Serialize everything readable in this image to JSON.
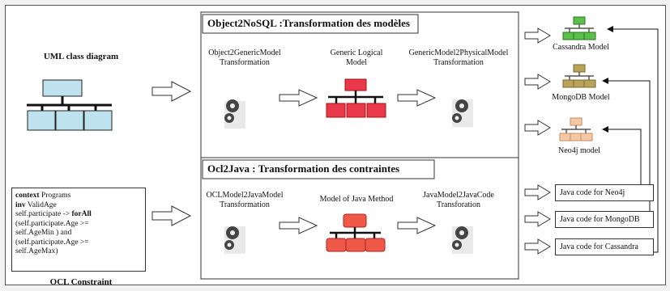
{
  "left": {
    "uml_title": "UML class diagram",
    "ocl_title": "OCL Constraint",
    "ocl_lines": [
      [
        {
          "b": "context"
        },
        {
          "t": "  Programs"
        }
      ],
      [
        {
          "b": "inv"
        },
        {
          "t": " ValidAge"
        }
      ],
      [
        {
          "t": "self.participate  ->  "
        },
        {
          "b": "forAll"
        }
      ],
      [
        {
          "t": "(self.participate.Age  >="
        }
      ],
      [
        {
          "t": "self.AgeMin ) and"
        }
      ],
      [
        {
          "t": "(self.participate.Age  >="
        }
      ],
      [
        {
          "t": "self.AgeMax)"
        }
      ]
    ]
  },
  "top_panel": {
    "title": "Object2NoSQL :Transformation des modèles",
    "step1": [
      "Object2GenericModel",
      "Transformation"
    ],
    "step2": [
      "Generic Logical",
      "Model"
    ],
    "step3": [
      "GenericModel2PhysicalModel",
      "Transformation"
    ]
  },
  "bottom_panel": {
    "title": "Ocl2Java : Transformation des contraintes",
    "step1": [
      "OCLModel2JavaModel",
      "Transformation"
    ],
    "step2": "Model of Java  Method",
    "step3": [
      "JavaModel2JavaCode",
      "Transforation"
    ]
  },
  "right": {
    "cassandra": "Cassandra Model",
    "mongodb": "MongoDB Model",
    "neo4j": "Neo4j model",
    "java_neo4j": "Java code for Neo4j",
    "java_mongodb": "Java code for MongoDB",
    "java_cassandra": "Java code for Cassandra"
  },
  "colors": {
    "uml_class": "#bfe3ee",
    "generic_model": "#e8384a",
    "java_model": "#ef5a48",
    "cassandra": "#5bbf4a",
    "mongodb": "#b9a25a",
    "neo4j": "#f6c9a6"
  }
}
